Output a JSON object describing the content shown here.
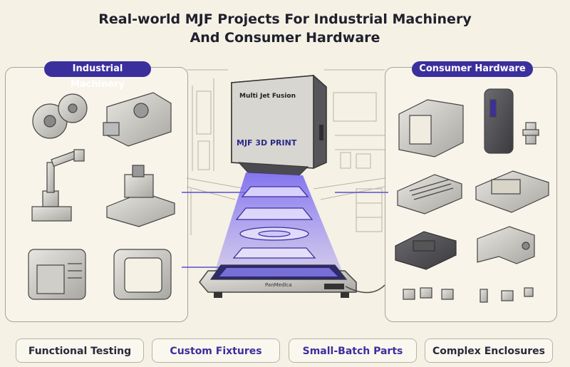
{
  "title_line1": "Real-world MJF Projects For Industrial Machinery",
  "title_line2": "And Consumer Hardware",
  "left_panel": {
    "label": "Industrial Machinery"
  },
  "right_panel": {
    "label": "Consumer Hardware"
  },
  "printer": {
    "top_label": "Multi Jet Fusion",
    "side_label": "MJF 3D PRINT",
    "base_label": "PanMedlca"
  },
  "buttons": [
    {
      "label": "Functional Testing"
    },
    {
      "label": "Custom Fixtures"
    },
    {
      "label": "Small-Batch Parts"
    },
    {
      "label": "Complex Enclosures"
    }
  ],
  "colors": {
    "accent": "#3b2f9e",
    "beam": "#7b6cf0",
    "background": "#f5f1e4"
  },
  "icons": {
    "left": [
      "gears-icon",
      "pillow-block-icon",
      "robot-arm-icon",
      "fixture-plate-icon",
      "enclosure-box-icon",
      "frame-bracket-icon"
    ],
    "right": [
      "sleeve-housing-icon",
      "phone-case-icon",
      "connector-icon",
      "vented-case-icon",
      "ssd-enclosure-icon",
      "tray-part-icon",
      "angle-bracket-icon",
      "small-parts-icon"
    ]
  }
}
